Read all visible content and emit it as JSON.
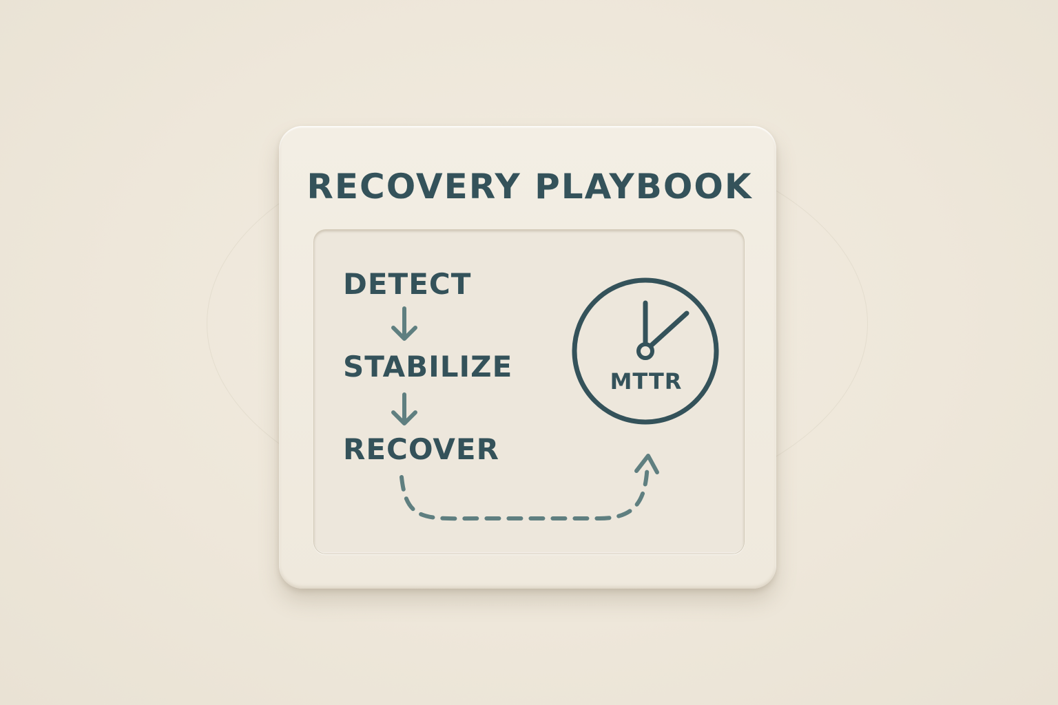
{
  "card": {
    "title": "RECOVERY PLAYBOOK"
  },
  "flow": {
    "steps": [
      "DETECT",
      "STABILIZE",
      "RECOVER"
    ]
  },
  "clock": {
    "label": "MTTR"
  },
  "colors": {
    "ink": "#34525a",
    "arrow": "#5f7f80",
    "card": "#f1ebe0",
    "background": "#eee7da"
  },
  "icons": [
    "down-arrow-icon",
    "clock-icon",
    "dashed-curved-arrow-icon"
  ]
}
